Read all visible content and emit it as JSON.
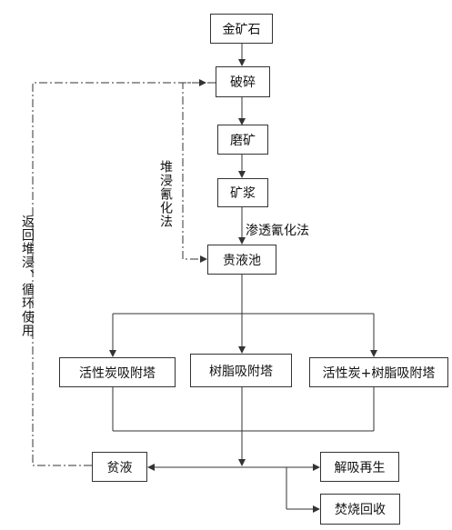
{
  "nodes": {
    "ore": "金矿石",
    "crush": "破碎",
    "grind": "磨矿",
    "slurry": "矿浆",
    "pregnant_pool": "贵液池",
    "carbon_tower": "活性炭吸附塔",
    "resin_tower": "树脂吸附塔",
    "carbon_resin_tower": "活性炭+树脂吸附塔",
    "barren": "贫液",
    "desorb": "解吸再生",
    "burn": "焚烧回收"
  },
  "edge_labels": {
    "heap_leach": "堆浸氰化法",
    "percolation": "渗透氰化法",
    "return": "返回堆浸、循环使用"
  }
}
